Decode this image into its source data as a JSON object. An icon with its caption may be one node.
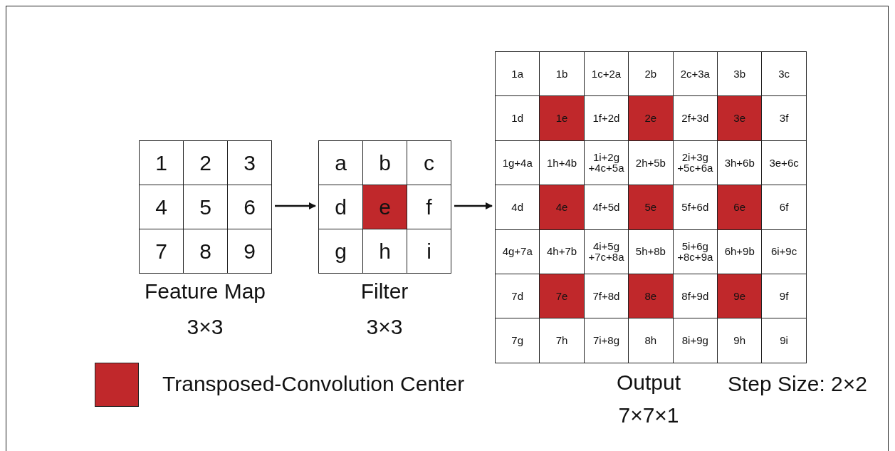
{
  "diagram": {
    "nodes": [
      {
        "text": [],
        "shape": "box",
        "beside": [
          "Feature Map",
          "3×3"
        ]
      },
      {
        "text": [
          "1"
        ],
        "in": 0
      },
      {
        "text": [
          "2"
        ],
        "in": 0
      },
      {
        "text": [
          "3"
        ],
        "in": 0
      },
      {
        "text": [
          "4"
        ],
        "in": 0
      },
      {
        "text": [
          "5"
        ],
        "in": 0
      },
      {
        "text": [
          "6"
        ],
        "in": 0
      },
      {
        "text": [
          "7"
        ],
        "in": 0
      },
      {
        "text": [
          "8"
        ],
        "in": 0
      },
      {
        "text": [
          "9"
        ],
        "in": 0
      },
      {
        "text": [],
        "shape": "box",
        "beside": [
          "Filter",
          "3×3"
        ]
      },
      {
        "text": [
          "a"
        ],
        "in": 10
      },
      {
        "text": [
          "b"
        ],
        "in": 10
      },
      {
        "text": [
          "c"
        ],
        "in": 10
      },
      {
        "text": [
          "d"
        ],
        "in": 10
      },
      {
        "text": [
          "e"
        ],
        "in": 10
      },
      {
        "text": [
          "f"
        ],
        "in": 10
      },
      {
        "text": [
          "g"
        ],
        "in": 10
      },
      {
        "text": [
          "h"
        ],
        "in": 10
      },
      {
        "text": [
          "i"
        ],
        "in": 10
      },
      {
        "text": [],
        "shape": "box",
        "beside": [
          "Output",
          "7×7×1"
        ]
      },
      {
        "text": [
          "1a"
        ],
        "in": 20
      },
      {
        "text": [
          "1b"
        ],
        "in": 20
      },
      {
        "text": [
          "1c+2a"
        ],
        "in": 20
      },
      {
        "text": [
          "2b"
        ],
        "in": 20
      },
      {
        "text": [
          "2c+3a"
        ],
        "in": 20
      },
      {
        "text": [
          "3b"
        ],
        "in": 20
      },
      {
        "text": [
          "3c"
        ],
        "in": 20
      },
      {
        "text": [
          "1d"
        ],
        "in": 20
      },
      {
        "text": [
          "1e"
        ],
        "in": 20
      },
      {
        "text": [
          "1f+2d"
        ],
        "in": 20
      },
      {
        "text": [
          "2e"
        ],
        "in": 20
      },
      {
        "text": [
          "2f+3d"
        ],
        "in": 20
      },
      {
        "text": [
          "3e"
        ],
        "in": 20
      },
      {
        "text": [
          "3f"
        ],
        "in": 20
      },
      {
        "text": [
          "1g+4a"
        ],
        "in": 20
      },
      {
        "text": [
          "1h+4b"
        ],
        "in": 20
      },
      {
        "text": [
          "1i+2g +4c+5a"
        ],
        "in": 20
      },
      {
        "text": [
          "2h+5b"
        ],
        "in": 20
      },
      {
        "text": [
          "2i+3g +5c+6a"
        ],
        "in": 20
      },
      {
        "text": [
          "3h+6b"
        ],
        "in": 20
      },
      {
        "text": [
          "3e+6c"
        ],
        "in": 20
      },
      {
        "text": [
          "4d"
        ],
        "in": 20
      },
      {
        "text": [
          "4e"
        ],
        "in": 20
      },
      {
        "text": [
          "4f+5d"
        ],
        "in": 20
      },
      {
        "text": [
          "5e"
        ],
        "in": 20
      },
      {
        "text": [
          "5f+6d"
        ],
        "in": 20
      },
      {
        "text": [
          "6e"
        ],
        "in": 20
      },
      {
        "text": [
          "6f"
        ],
        "in": 20
      },
      {
        "text": [
          "4g+7a"
        ],
        "in": 20
      },
      {
        "text": [
          "4h+7b"
        ],
        "in": 20
      },
      {
        "text": [
          "4i+5g +7c+8a"
        ],
        "in": 20
      },
      {
        "text": [
          "5h+8b"
        ],
        "in": 20
      },
      {
        "text": [
          "5i+6g +8c+9a"
        ],
        "in": 20
      },
      {
        "text": [
          "6h+9b"
        ],
        "in": 20
      },
      {
        "text": [
          "6i+9c"
        ],
        "in": 20
      },
      {
        "text": [
          "7d"
        ],
        "in": 20
      },
      {
        "text": [
          "7e"
        ],
        "in": 20
      },
      {
        "text": [
          "7f+8d"
        ],
        "in": 20
      },
      {
        "text": [
          "8e"
        ],
        "in": 20
      },
      {
        "text": [
          "8f+9d"
        ],
        "in": 20
      },
      {
        "text": [
          "9e"
        ],
        "in": 20
      },
      {
        "text": [
          "9f"
        ],
        "in": 20
      },
      {
        "text": [
          "7g"
        ],
        "in": 20
      },
      {
        "text": [
          "7h"
        ],
        "in": 20
      },
      {
        "text": [
          "7i+8g"
        ],
        "in": 20
      },
      {
        "text": [
          "8h"
        ],
        "in": 20
      },
      {
        "text": [
          "8i+9g"
        ],
        "in": 20
      },
      {
        "text": [
          "9h"
        ],
        "in": 20
      },
      {
        "text": [
          "9i"
        ],
        "in": 20
      }
    ],
    "edges": [
      {
        "from": 0,
        "to": 10,
        "arrow": "to"
      },
      {
        "from": 10,
        "to": 20,
        "arrow": "to"
      }
    ],
    "labels": [
      "Step Size: 2×2"
    ],
    "legend": [
      {
        "text": "Transposed-Convolution Center",
        "color": "#c0282b"
      }
    ]
  }
}
